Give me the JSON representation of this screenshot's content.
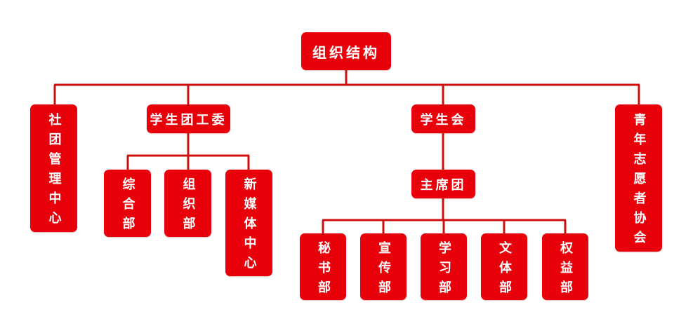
{
  "colors": {
    "box": "#e8000a",
    "line": "#cc1010",
    "text": "#ffffff"
  },
  "root": {
    "label": "组织结构"
  },
  "level1": {
    "club": {
      "label": "社团管理中心"
    },
    "youth_league": {
      "label": "学生团工委",
      "children": [
        "综合部",
        "组织部",
        "新媒体中心"
      ]
    },
    "student_union": {
      "label": "学生会",
      "presidium": "主席团",
      "children": [
        "秘书部",
        "宣传部",
        "学习部",
        "文体部",
        "权益部"
      ]
    },
    "volunteer": {
      "label": "青年志愿者协会"
    }
  }
}
